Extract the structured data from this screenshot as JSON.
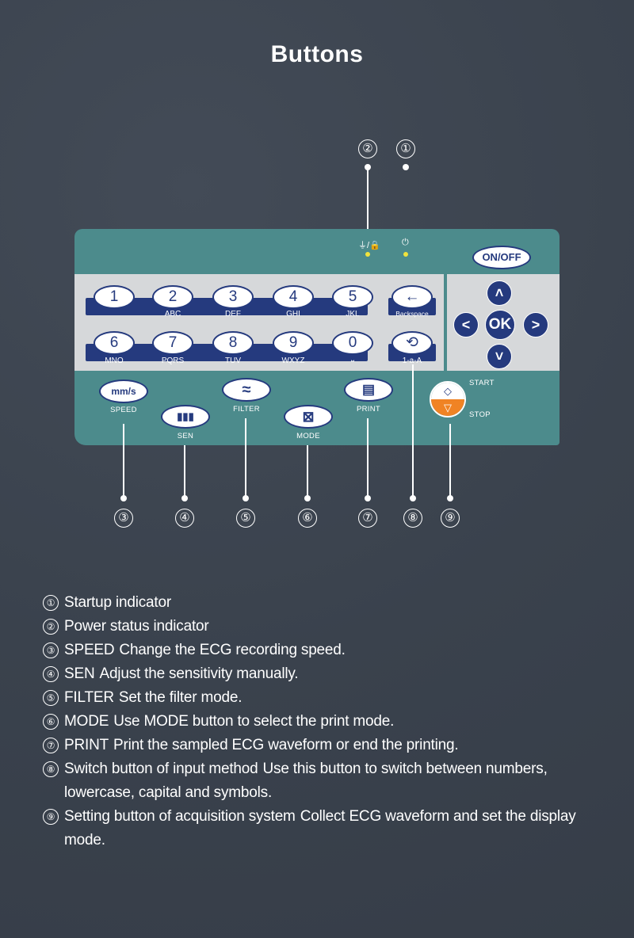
{
  "title": "Buttons",
  "callouts": [
    "①",
    "②",
    "③",
    "④",
    "⑤",
    "⑥",
    "⑦",
    "⑧",
    "⑨"
  ],
  "panel": {
    "onoff_label": "ON/OFF",
    "indicators": {
      "power_symbol": "⏚/🔒",
      "startup_symbol": "⏻"
    },
    "keys_row1": [
      {
        "main": "1",
        "sub": ""
      },
      {
        "main": "2",
        "sub": "ABC"
      },
      {
        "main": "3",
        "sub": "DEF"
      },
      {
        "main": "4",
        "sub": "GHI"
      },
      {
        "main": "5",
        "sub": "JKL"
      },
      {
        "main": "←",
        "sub": "Backspace"
      }
    ],
    "keys_row2": [
      {
        "main": "6",
        "sub": "MNO"
      },
      {
        "main": "7",
        "sub": "PQRS"
      },
      {
        "main": "8",
        "sub": "TUV"
      },
      {
        "main": "9",
        "sub": "WXYZ"
      },
      {
        "main": "0",
        "sub": "⎵"
      },
      {
        "main": "⟲",
        "sub": "1-a-A"
      }
    ],
    "nav": {
      "up": "˄",
      "down": "˅",
      "left": "<",
      "right": ">",
      "ok": "OK"
    },
    "functions": {
      "speed": {
        "icon_text": "mm/s",
        "label": "SPEED"
      },
      "sen": {
        "icon_text": "▮▮▮",
        "label": "SEN"
      },
      "filter": {
        "icon_text": "≈",
        "label": "FILTER"
      },
      "mode": {
        "icon_text": "⊠",
        "label": "MODE"
      },
      "print": {
        "icon_text": "▤",
        "label": "PRINT"
      }
    },
    "start_label": "START",
    "stop_label": "STOP",
    "start_icon": "◇",
    "stop_icon": "▽"
  },
  "legend": [
    {
      "num": "①",
      "key": "",
      "text": "Startup indicator"
    },
    {
      "num": "②",
      "key": "",
      "text": "Power status indicator"
    },
    {
      "num": "③",
      "key": "SPEED",
      "text": "Change the ECG recording speed."
    },
    {
      "num": "④",
      "key": "SEN",
      "text": "Adjust the sensitivity manually."
    },
    {
      "num": "⑤",
      "key": "FILTER",
      "text": "Set the filter mode."
    },
    {
      "num": "⑥",
      "key": "MODE",
      "text": "Use MODE button to select the print mode."
    },
    {
      "num": "⑦",
      "key": "PRINT",
      "text": "Print the sampled ECG waveform or end the printing."
    },
    {
      "num": "⑧",
      "key": "Switch button of input method",
      "text": "Use this button to switch between numbers, lowercase, capital and symbols."
    },
    {
      "num": "⑨",
      "key": "Setting button of acquisition system",
      "text": "Collect ECG waveform and set the display mode."
    }
  ],
  "colors": {
    "background": "#3c4450",
    "panel": "#4c8b8c",
    "keypad": "#d6d8da",
    "navy": "#253a7e",
    "stop_orange": "#f08324",
    "led": "#f1e33c"
  }
}
